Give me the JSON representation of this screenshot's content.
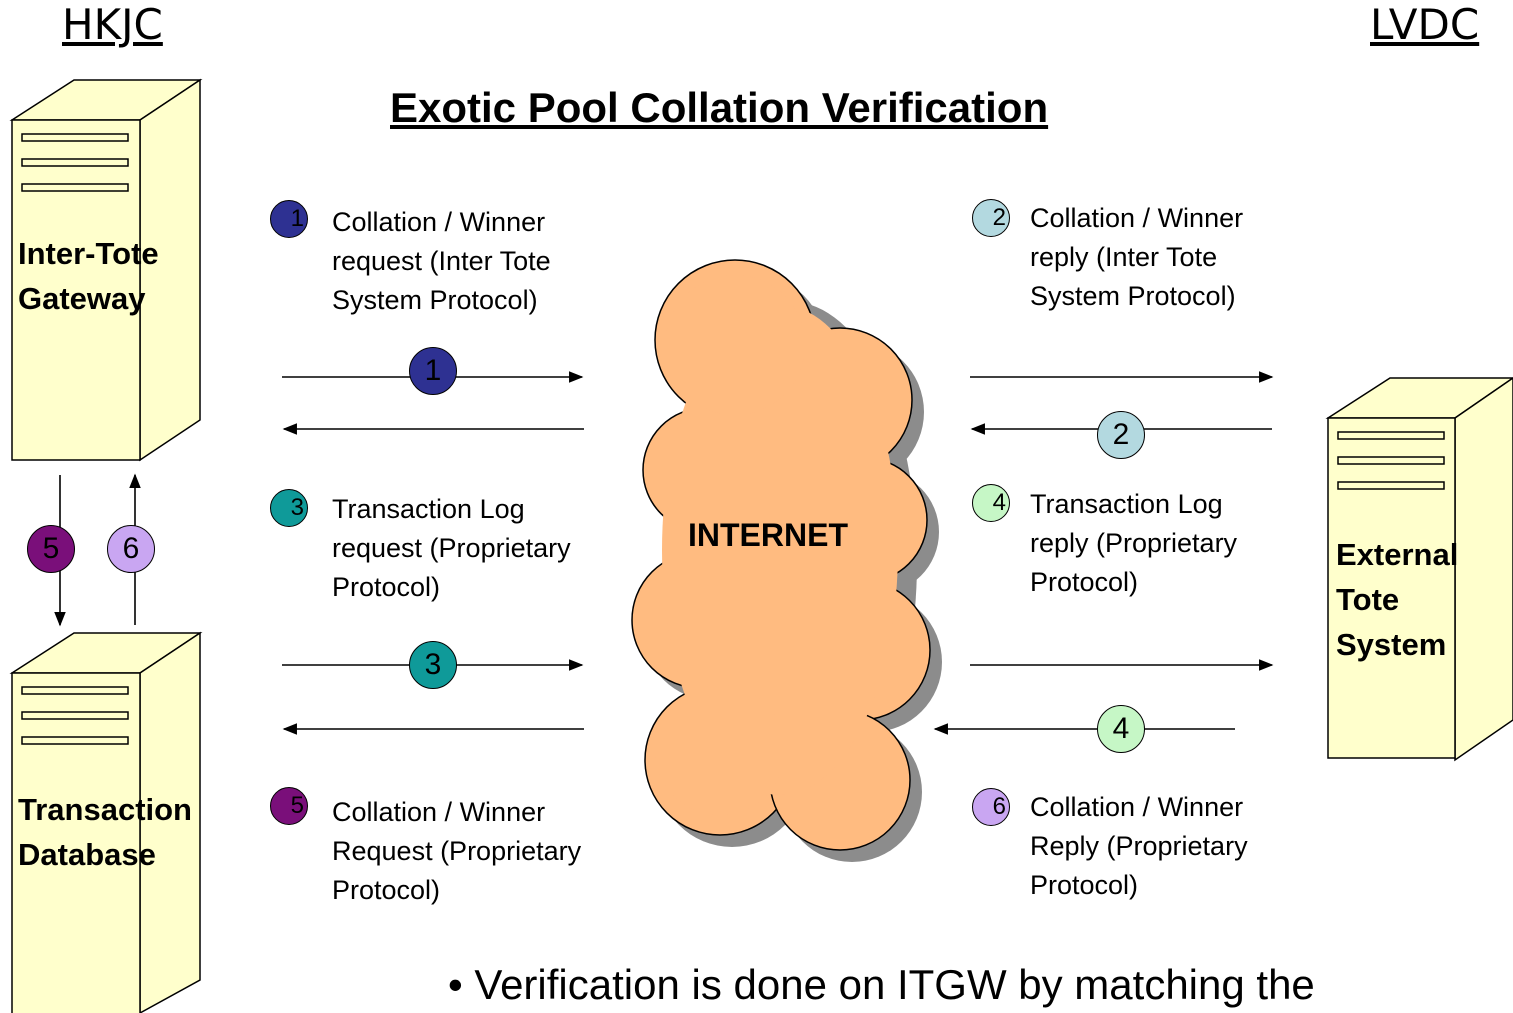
{
  "title": "Exotic Pool Collation Verification",
  "sites": {
    "left": "HKJC",
    "right": "LVDC"
  },
  "servers": {
    "gateway": "Inter-Tote\nGateway",
    "database": "Transaction\nDatabase",
    "external": "External\nTote\nSystem"
  },
  "cloud_label": "INTERNET",
  "steps": [
    {
      "num": "1",
      "text": "Collation / Winner\nrequest (Inter Tote\nSystem Protocol)",
      "color": "#2e3192"
    },
    {
      "num": "2",
      "text": "Collation / Winner\nreply (Inter Tote\nSystem Protocol)",
      "color": "#b3d9e0"
    },
    {
      "num": "3",
      "text": "Transaction Log\nrequest (Proprietary\nProtocol)",
      "color": "#0f9a99"
    },
    {
      "num": "4",
      "text": "Transaction Log\nreply (Proprietary\nProtocol)",
      "color": "#c6f7c6"
    },
    {
      "num": "5",
      "text": "Collation / Winner\nRequest (Proprietary\nProtocol)",
      "color": "#7a0f7a"
    },
    {
      "num": "6",
      "text": "Collation / Winner\nReply (Proprietary\nProtocol)",
      "color": "#c9a6f2"
    }
  ],
  "bullet": "Verification is done on ITGW by matching the",
  "colors": {
    "server_fill": "#ffffcc",
    "cloud_fill": "#ffbb80",
    "cloud_shadow": "#8c8c8c"
  }
}
